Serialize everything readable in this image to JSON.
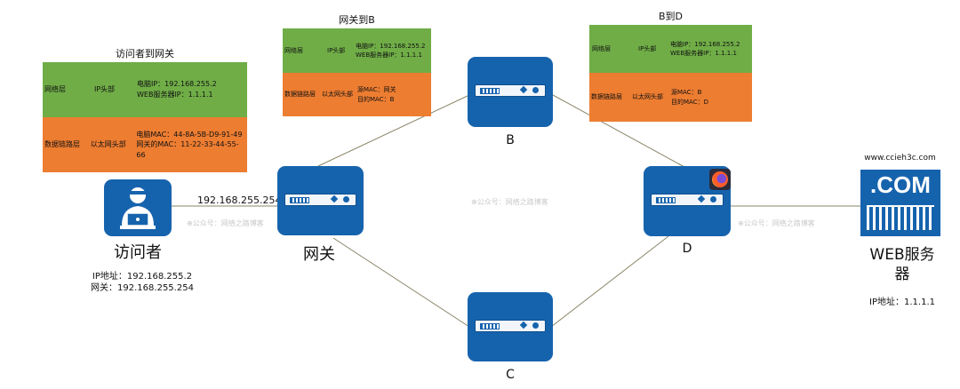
{
  "tables": {
    "visitor_to_gateway": {
      "title": "访问者到网关",
      "network_layer": "网络层",
      "ip_header": "IP头部",
      "ip_line1": "电脑IP：192.168.255.2",
      "ip_line2": "WEB服务器IP：1.1.1.1",
      "link_layer": "数据链路层",
      "eth_header": "以太网头部",
      "mac_line1": "电脑MAC：44-8A-5B-D9-91-49",
      "mac_line2": "网关的MAC：11-22-33-44-55-66"
    },
    "gateway_to_b": {
      "title": "网关到B",
      "network_layer": "网络层",
      "ip_header": "IP头部",
      "ip_line1": "电脑IP：192.168.255.2",
      "ip_line2": "WEB服务器IP：1.1.1.1",
      "link_layer": "数据链路层",
      "eth_header": "以太网头部",
      "mac_line1": "源MAC：网关",
      "mac_line2": "目的MAC：B"
    },
    "b_to_d": {
      "title": "B到D",
      "network_layer": "网络层",
      "ip_header": "IP头部",
      "ip_line1": "电脑IP：192.168.255.2",
      "ip_line2": "WEB服务器IP：1.1.1.1",
      "link_layer": "数据链路层",
      "eth_header": "以太网头部",
      "mac_line1": "源MAC：B",
      "mac_line2": "目的MAC：D"
    }
  },
  "nodes": {
    "visitor": {
      "name": "访问者",
      "ip": "IP地址：192.168.255.2",
      "gateway": "网关：192.168.255.254"
    },
    "gateway": {
      "name": "网关",
      "ip_label": "192.168.255.254"
    },
    "b": {
      "name": "B"
    },
    "c": {
      "name": "C"
    },
    "d": {
      "name": "D"
    },
    "server": {
      "name_line1": "WEB服务",
      "name_line2": "器",
      "ip": "IP地址：1.1.1.1",
      "url": "www.ccieh3c.com",
      "com_text": ".COM"
    }
  },
  "watermark": "公众号：网络之路博客",
  "colors": {
    "device_blue": "#1663ad",
    "network_green": "#70ad47",
    "link_orange": "#ed7d31"
  }
}
